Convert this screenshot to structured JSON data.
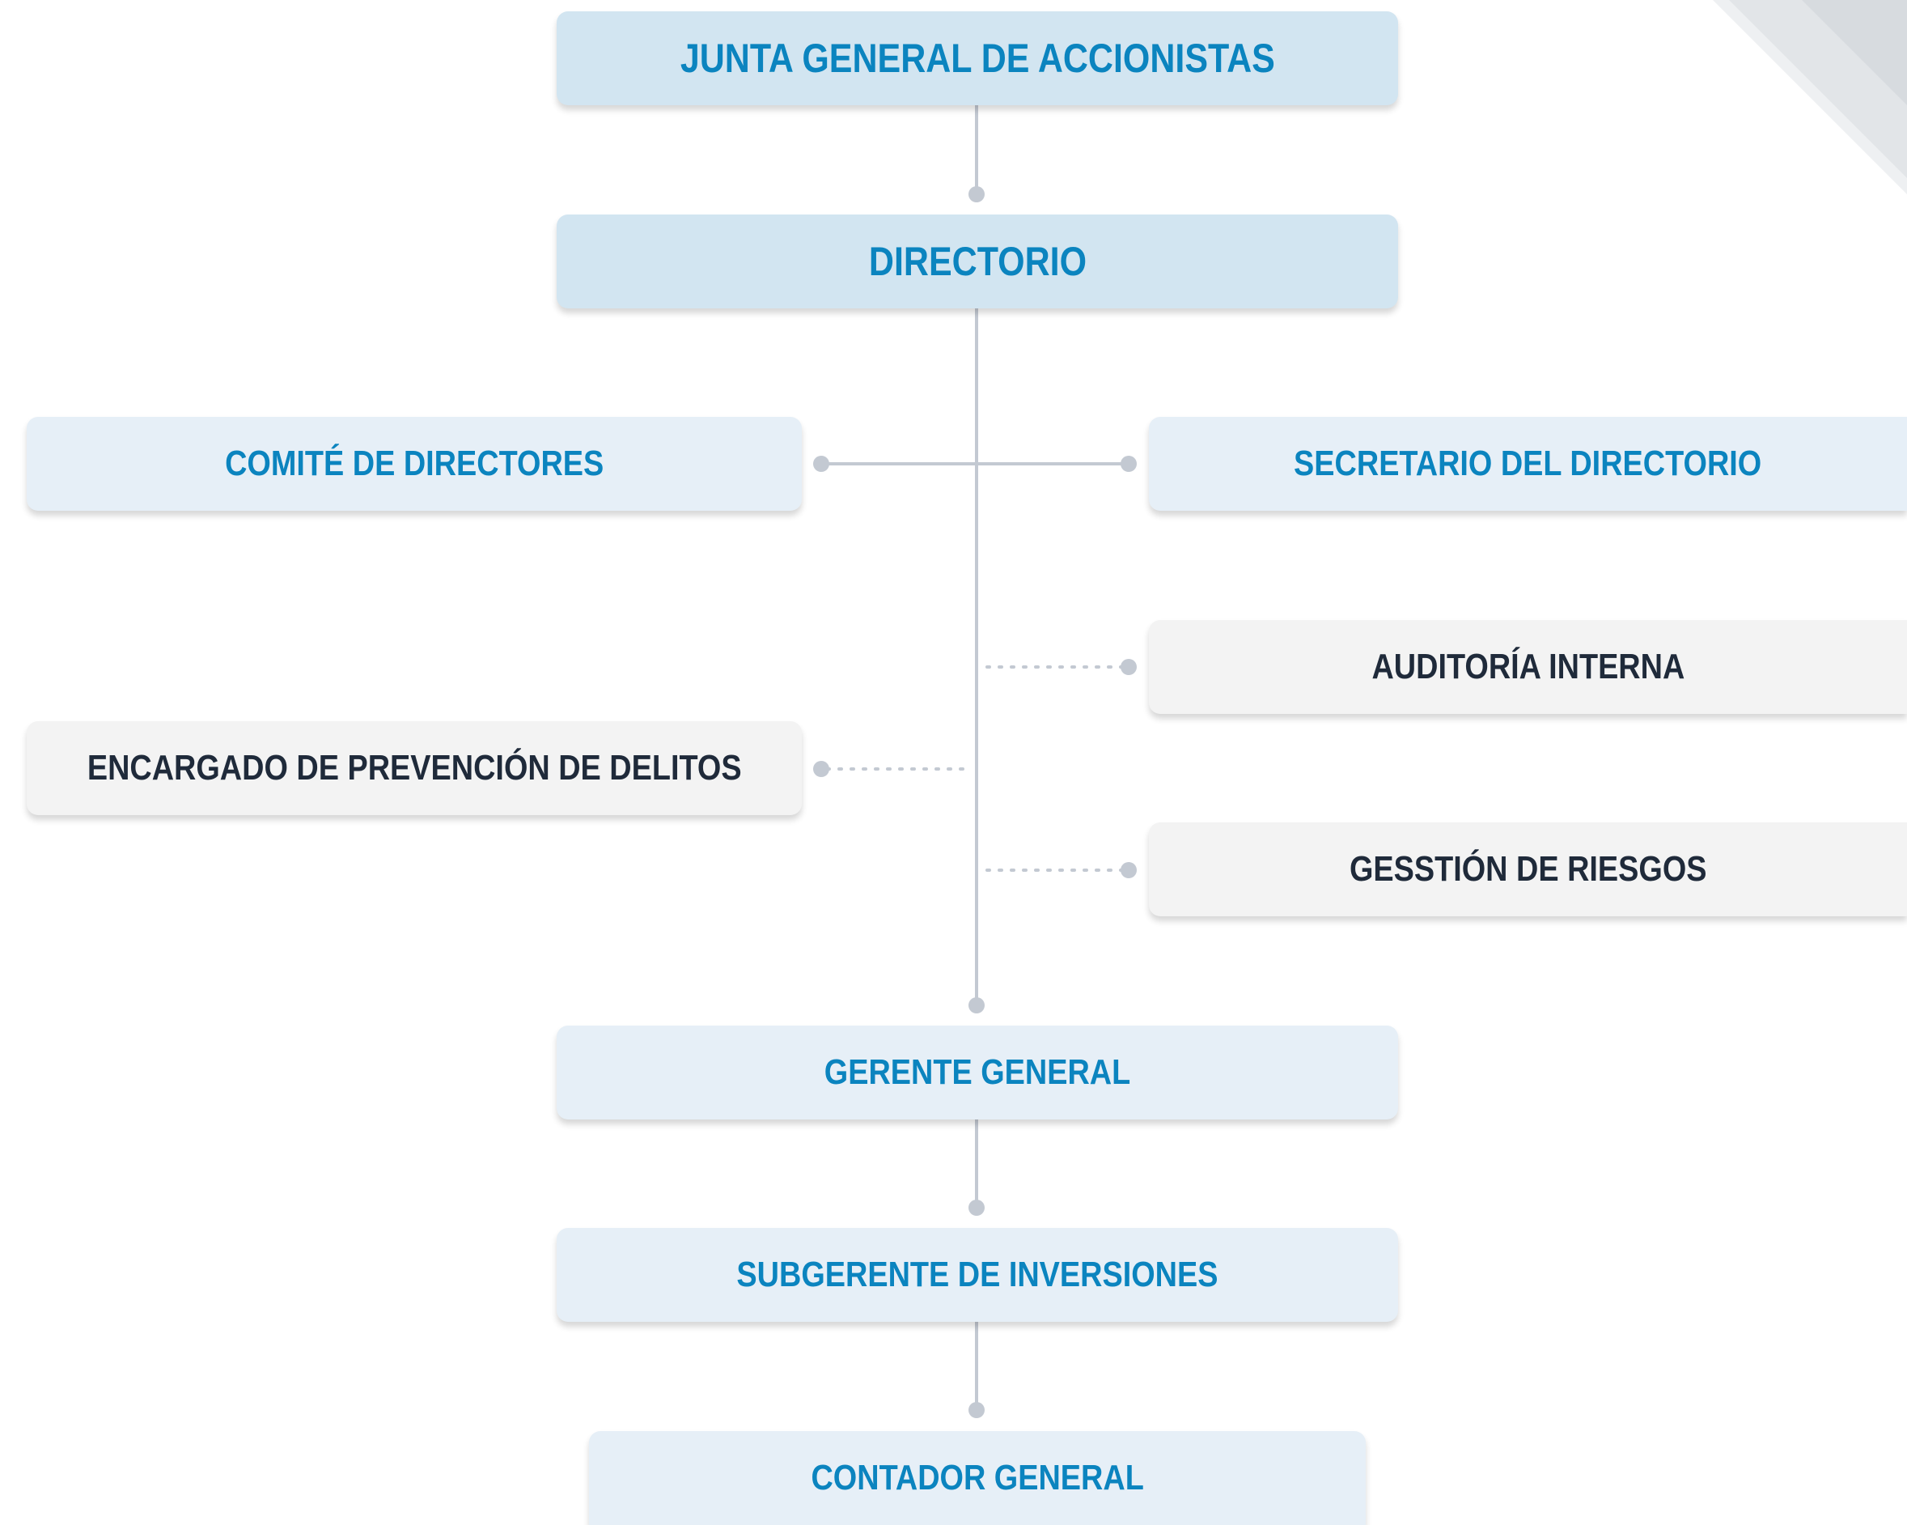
{
  "nodes": {
    "junta": "JUNTA GENERAL DE ACCIONISTAS",
    "directorio": "DIRECTORIO",
    "comite": "COMITÉ DE DIRECTORES",
    "secretario": "SECRETARIO DEL DIRECTORIO",
    "auditoria": "AUDITORÍA INTERNA",
    "encargado": "ENCARGADO DE PREVENCIÓN DE DELITOS",
    "riesgos": "GESSTIÓN DE RIESGOS",
    "gerente": "GERENTE GENERAL",
    "subgerente": "SUBGERENTE DE INVERSIONES",
    "contador": "CONTADOR GENERAL"
  },
  "colors": {
    "primary_box": "#d2e5f1",
    "secondary_box": "#e6eff7",
    "support_box": "#f3f3f3",
    "primary_text": "#0b84bf",
    "support_text": "#1f2a3a",
    "connector": "#c3c9d2"
  }
}
